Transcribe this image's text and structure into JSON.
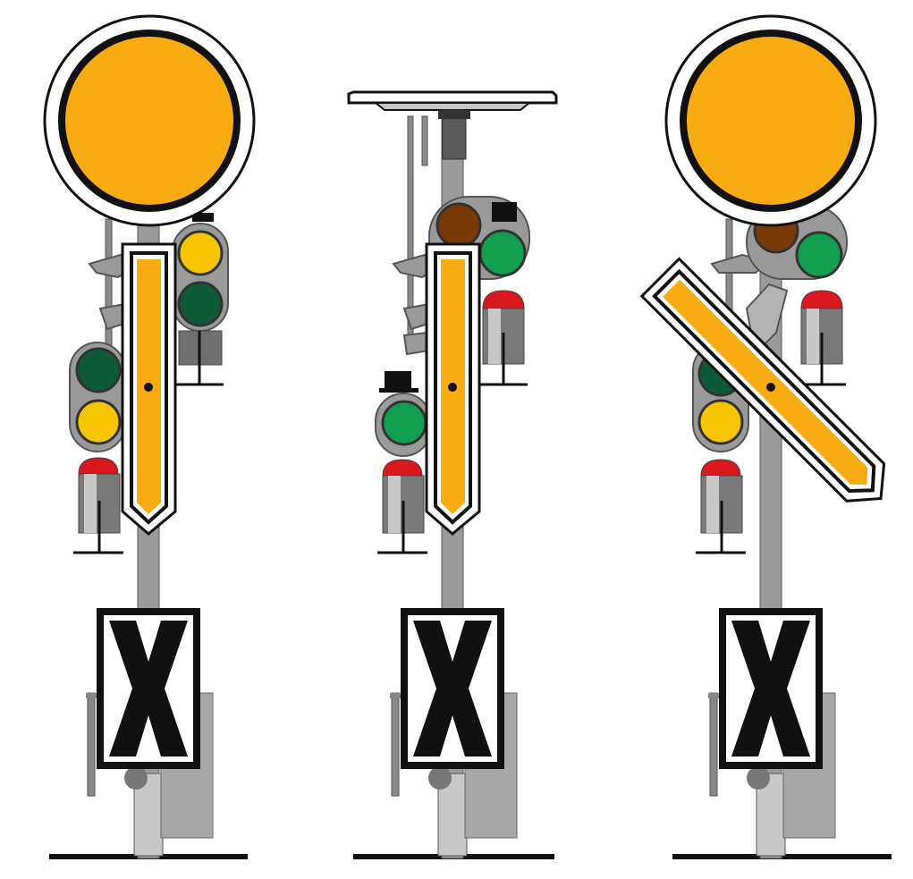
{
  "colors": {
    "disc_orange": "#F9AC12",
    "post_gray": "#9A9A9A",
    "dark_gray": "#5A5A5A",
    "light_gray": "#C8C8C8",
    "lamp_yellow": "#F6C500",
    "lamp_dark_green": "#0D5B3A",
    "lamp_green": "#12A050",
    "lamp_brown": "#7A3A08",
    "cap_red": "#D9171C",
    "outline": "#111111",
    "background": "#FFFFFF"
  },
  "signals": [
    {
      "id": "signal-1",
      "disc": "raised",
      "arm": "vertical",
      "lamps_upper": [
        "lamp_yellow",
        "lamp_dark_green"
      ],
      "lamps_lower": [
        "lamp_dark_green",
        "lamp_yellow"
      ],
      "mast_sign": "cross-board"
    },
    {
      "id": "signal-2",
      "disc": "folded",
      "arm": "vertical",
      "lamps_upper": [
        "lamp_brown",
        "lamp_green"
      ],
      "lamps_lower": [
        "lamp_green"
      ],
      "mast_sign": "cross-board"
    },
    {
      "id": "signal-3",
      "disc": "raised",
      "arm": "diagonal",
      "lamps_upper": [
        "lamp_brown",
        "lamp_green"
      ],
      "lamps_lower": [
        "lamp_dark_green",
        "lamp_yellow"
      ],
      "mast_sign": "cross-board"
    }
  ]
}
